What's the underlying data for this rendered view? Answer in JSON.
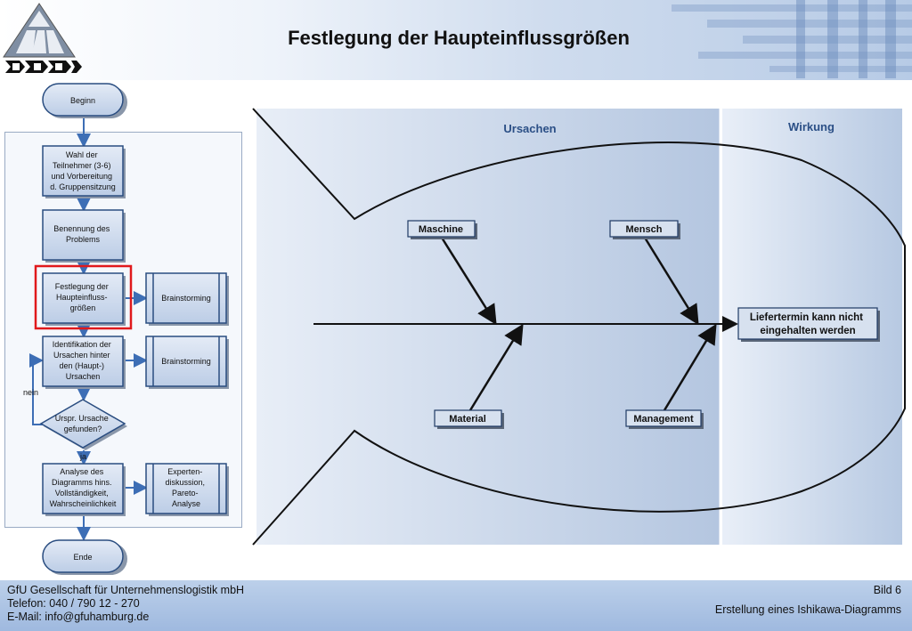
{
  "header": {
    "title": "Festlegung der Haupteinflussgrößen"
  },
  "flowchart": {
    "start": "Beginn",
    "steps": [
      [
        "Wahl der",
        "Teilnehmer (3-6)",
        "und Vorbereitung",
        "d. Gruppensitzung"
      ],
      [
        "Benennung des",
        "Problems"
      ],
      [
        "Festlegung der",
        "Haupteinfluss-",
        "größen"
      ],
      [
        "Identifikation der",
        "Ursachen hinter",
        "den (Haupt-)",
        "Ursachen"
      ],
      [
        "Analyse des",
        "Diagramms hins.",
        "Vollständigkeit,",
        "Wahrscheinlichkeit"
      ]
    ],
    "side_boxes": [
      [
        "Brainstorming"
      ],
      [
        "Brainstorming"
      ],
      [
        "Experten-",
        "diskussion,",
        "Pareto-",
        "Analyse"
      ]
    ],
    "decision": [
      "Urspr. Ursache",
      "gefunden?"
    ],
    "no_label": "nein",
    "yes_label": "ja",
    "end": "Ende"
  },
  "fishbone": {
    "causes_header": "Ursachen",
    "effect_header": "Wirkung",
    "categories_top": [
      "Maschine",
      "Mensch"
    ],
    "categories_bottom": [
      "Material",
      "Management"
    ],
    "effect": [
      "Liefertermin kann nicht",
      "eingehalten werden"
    ]
  },
  "footer": {
    "company": "GfU Gesellschaft für Unternehmenslogistik mbH",
    "phone": "Telefon: 040 / 790 12 - 270",
    "email": "E-Mail: info@gfuhamburg.de",
    "slide": "Bild 6",
    "subtitle": "Erstellung eines Ishikawa-Diagramms"
  }
}
